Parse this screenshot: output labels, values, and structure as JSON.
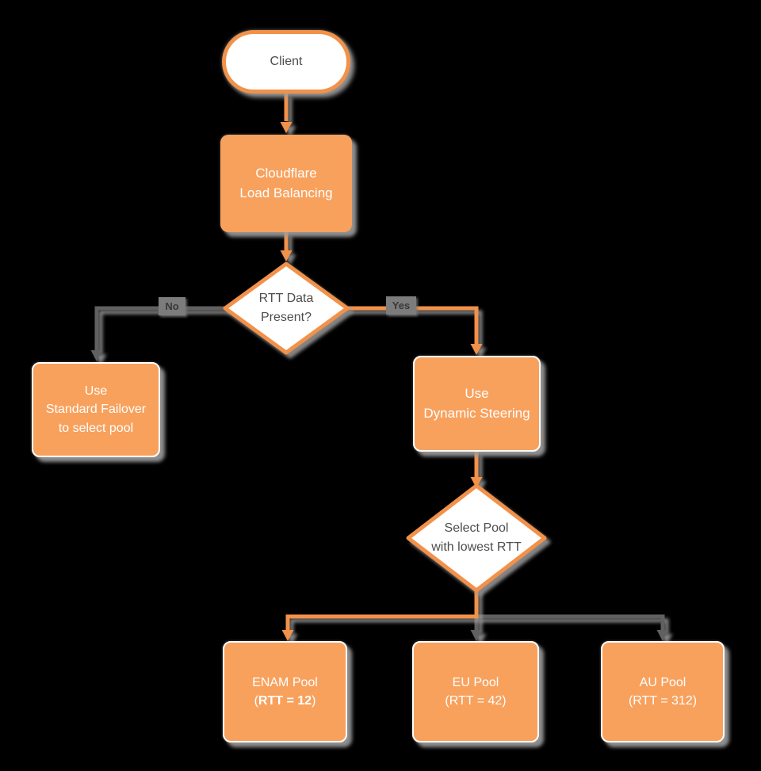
{
  "colors": {
    "background": "#000000",
    "node_fill": "#F8A15D",
    "node_stroke": "#F29149",
    "gray_line": "#606060",
    "shadow": "#9C9C9C",
    "label_bg": "#7C7C7C",
    "label_text": "#383838",
    "dark_text": "#4D4D4D",
    "light_text": "#FFFFFF"
  },
  "nodes": {
    "client": {
      "label": "Client"
    },
    "load_balancer": {
      "line1": "Cloudflare",
      "line2": "Load Balancing"
    },
    "rtt_decision": {
      "line1": "RTT Data",
      "line2": "Present?"
    },
    "standard_failover": {
      "line1": "Use",
      "line2": "Standard Failover",
      "line3": "to select pool"
    },
    "dynamic_steering": {
      "line1": "Use",
      "line2": "Dynamic Steering"
    },
    "select_pool": {
      "line1": "Select Pool",
      "line2": "with lowest RTT"
    },
    "enam_pool": {
      "line1": "ENAM Pool",
      "line2_prefix": "(",
      "line2_bold": "RTT = 12",
      "line2_suffix": ")"
    },
    "eu_pool": {
      "line1": "EU Pool",
      "line2": "(RTT = 42)"
    },
    "au_pool": {
      "line1": "AU Pool",
      "line2": "(RTT = 312)"
    }
  },
  "edge_labels": {
    "no": "No",
    "yes": "Yes"
  }
}
